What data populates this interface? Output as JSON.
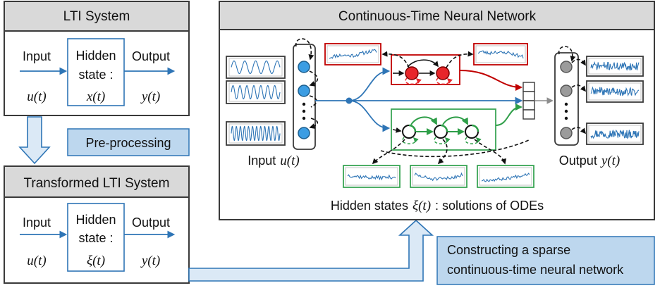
{
  "colors": {
    "flow_blue": "#2e75b6",
    "header_gray": "#d9d9d9",
    "callout_fill": "#bdd7ee",
    "red": "#c00000",
    "red_node": "#e8262a",
    "green": "#3aa655",
    "green_node": "#2e9e48",
    "input_node": "#3b9de3",
    "output_node": "#9b9b9b",
    "plot_line": "#2e75b6"
  },
  "lti_system": {
    "title": "LTI System",
    "input_label": "Input",
    "hidden_line1": "Hidden",
    "hidden_line2": "state :",
    "output_label": "Output",
    "input_var": "u(t)",
    "hidden_var": "x(t)",
    "output_var": "y(t)"
  },
  "preprocessing": {
    "label": "Pre-processing"
  },
  "transformed_lti_system": {
    "title": "Transformed LTI System",
    "input_label": "Input",
    "hidden_line1": "Hidden",
    "hidden_line2": "state :",
    "output_label": "Output",
    "input_var": "u(t)",
    "hidden_var": "ξ(t)",
    "output_var": "y(t)"
  },
  "ctnn": {
    "title": "Continuous-Time Neural Network",
    "input_word": "Input",
    "input_var": "u(t)",
    "output_word": "Output",
    "output_var": "y(t)",
    "hidden_word": "Hidden states",
    "hidden_var": "ξ(t)",
    "hidden_rest": ": solutions of ODEs"
  },
  "construct": {
    "line1": "Constructing a sparse",
    "line2": "continuous-time neural network"
  }
}
